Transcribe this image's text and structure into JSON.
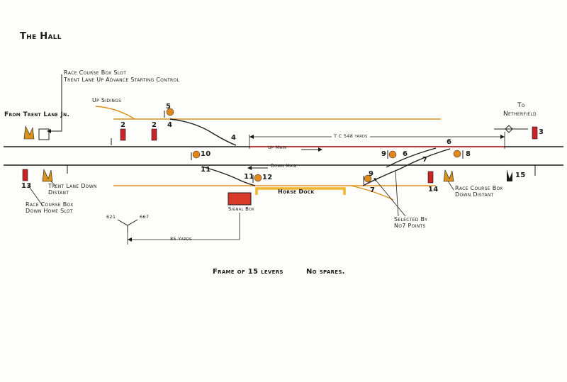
{
  "title": "The Hall",
  "labels": {
    "from": "From Trent Lane Jn.",
    "rc_slot_l1": "Race Course Box Slot",
    "rc_slot_l2": "Trent Lane Up Advance Starting Control",
    "up_sidings": "Up Sidings",
    "to_l1": "To",
    "to_l2": "Netherfield",
    "tc": "T C 548 yards",
    "up_main": "Up Main",
    "down_main": "Down Main",
    "trent_down_distant": "Trent Lane Down\nDistant",
    "rc_down_home": "Race Course Box\nDown Home Slot",
    "rc_down_distant": "Race Course Box\nDown Distant",
    "horse_dock": "Horse Dock",
    "signal_box": "Signal Box",
    "selected_by": "Selected By\nNo7 Points",
    "dist_85": "85 Yards",
    "m621": "621",
    "m667": "667",
    "frame": "Frame of 15 levers",
    "spares": "No spares."
  },
  "levers": {
    "l2a": "2",
    "l2b": "2",
    "l3": "3",
    "l4a": "4",
    "l4b": "4",
    "l5": "5",
    "l6a": "6",
    "l6b": "6",
    "l7a": "7",
    "l7b": "7",
    "l8": "8",
    "l9a": "9",
    "l9b": "9",
    "l10": "10",
    "l11a": "11",
    "l11b": "11",
    "l12": "12",
    "l13": "13",
    "l14": "14",
    "l15": "15"
  },
  "colors": {
    "ink": "#1a1a1a",
    "siding": "#d9921c",
    "signal": "#e0881b",
    "red": "#c8242a",
    "box": "#d83a2a",
    "dock": "#f0b42a"
  }
}
